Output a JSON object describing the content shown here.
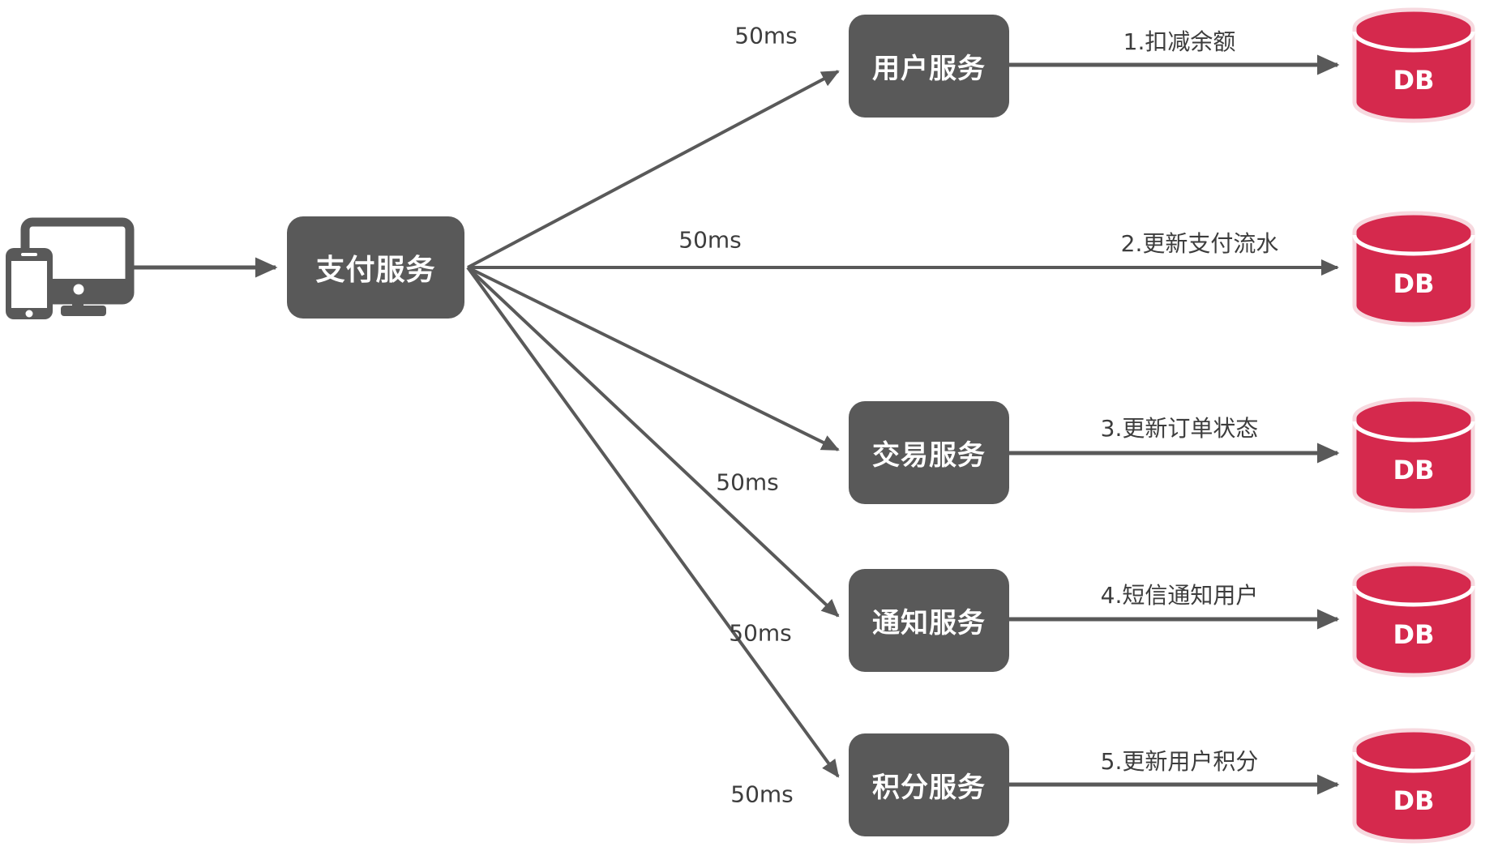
{
  "diagram": {
    "client": {
      "icon": "desktop-and-phone-icon"
    },
    "payment_service": {
      "label": "支付服务"
    },
    "rows": [
      {
        "service": "用户服务",
        "latency": "50ms",
        "action": "1.扣减余额",
        "db": "DB"
      },
      {
        "service": null,
        "latency": "50ms",
        "action": "2.更新支付流水",
        "db": "DB"
      },
      {
        "service": "交易服务",
        "latency": "50ms",
        "action": "3.更新订单状态",
        "db": "DB"
      },
      {
        "service": "通知服务",
        "latency": "50ms",
        "action": "4.短信通知用户",
        "db": "DB"
      },
      {
        "service": "积分服务",
        "latency": "50ms",
        "action": "5.更新用户积分",
        "db": "DB"
      }
    ],
    "colors": {
      "node_fill": "#595959",
      "edge": "#595959",
      "db_fill": "#D5294D",
      "db_outline": "#F7D9DF",
      "db_text": "#FFFFFF",
      "label_text": "#3D3D3D",
      "background": "#FFFFFF"
    }
  }
}
